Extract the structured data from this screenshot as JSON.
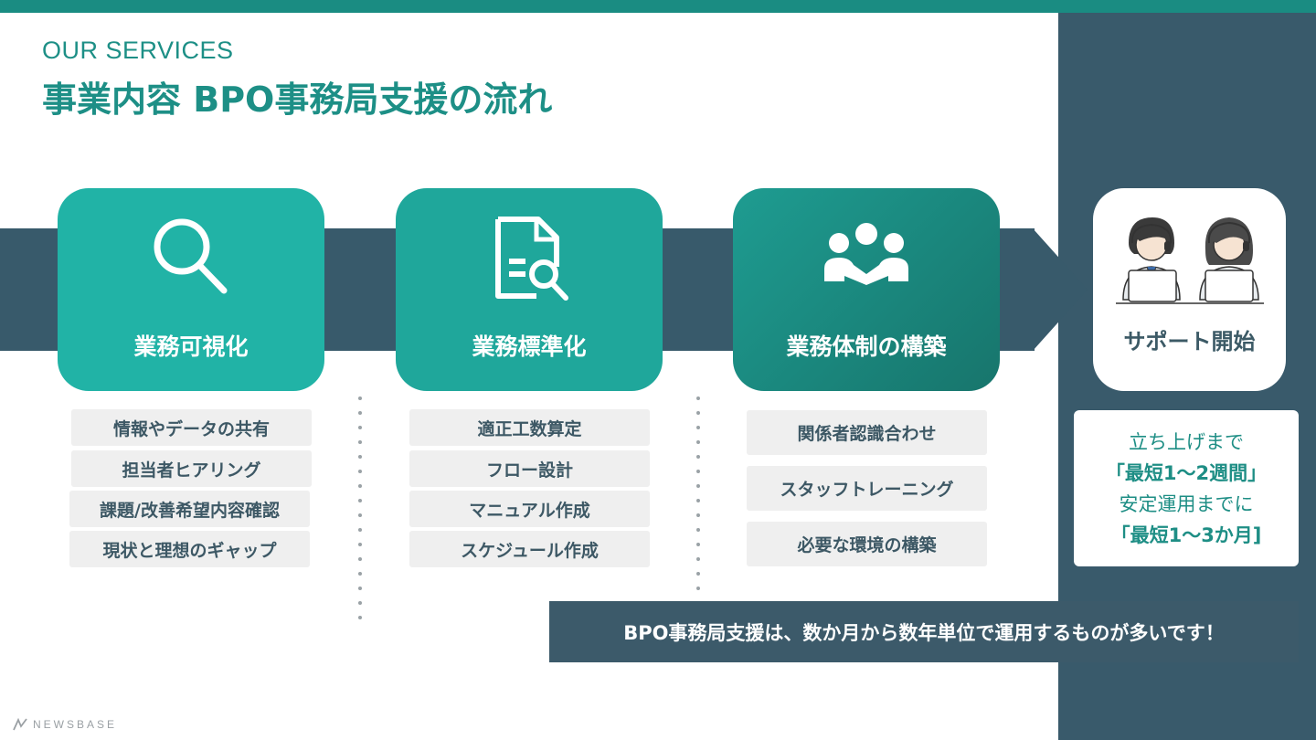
{
  "header": {
    "eyebrow": "OUR SERVICES",
    "title": "事業内容 BPO事務局支援の流れ"
  },
  "steps": [
    {
      "label": "業務可視化",
      "icon": "search-icon"
    },
    {
      "label": "業務標準化",
      "icon": "document-search-icon"
    },
    {
      "label": "業務体制の構築",
      "icon": "team-handshake-icon"
    }
  ],
  "final_step": {
    "label": "サポート開始",
    "icon": "operators-illustration"
  },
  "tasks": {
    "col1": [
      "情報やデータの共有",
      "担当者ヒアリング",
      "課題/改善希望内容確認",
      "現状と理想のギャップ"
    ],
    "col2": [
      "適正工数算定",
      "フロー設計",
      "マニュアル作成",
      "スケジュール作成"
    ],
    "col3": [
      "関係者認識合わせ",
      "スタッフトレーニング",
      "必要な環境の構築"
    ]
  },
  "info": {
    "line1": "立ち上げまで",
    "line2": "「最短1〜2週間」",
    "line3": "安定運用までに",
    "line4": "「最短1〜3か月]"
  },
  "banner": {
    "text": "BPO事務局支援は、数か月から数年単位で運用するものが多いです！"
  },
  "footer": {
    "logo_text": "NEWSBASE"
  },
  "colors": {
    "accent": "#1d8f86",
    "navy": "#385a6b",
    "chip_bg": "#efefef"
  }
}
